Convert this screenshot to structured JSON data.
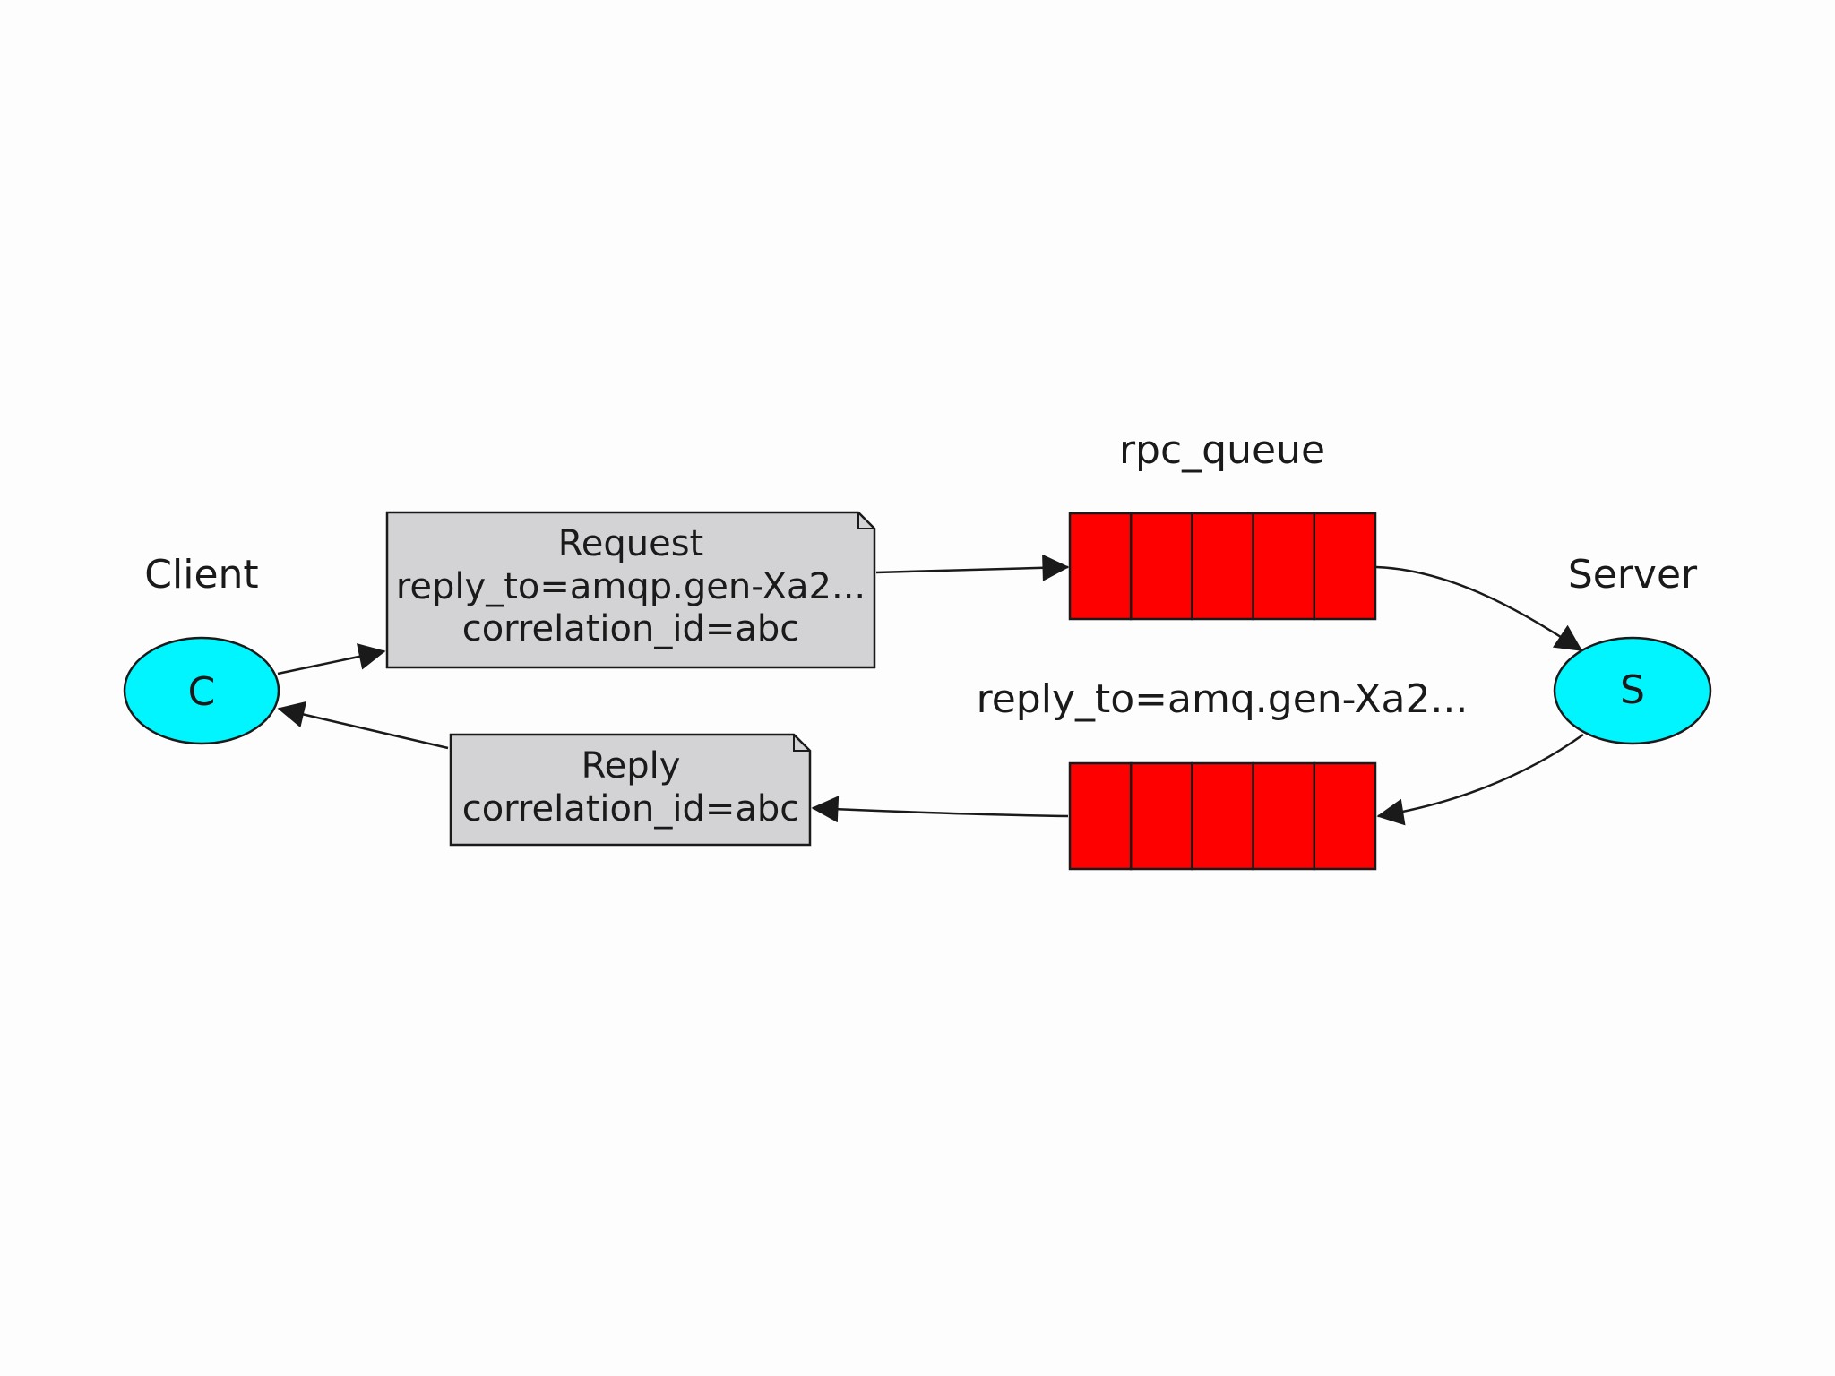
{
  "nodes": {
    "client": {
      "label": "Client",
      "symbol": "C"
    },
    "server": {
      "label": "Server",
      "symbol": "S"
    }
  },
  "queues": {
    "request": {
      "label": "rpc_queue",
      "cells": 5
    },
    "reply": {
      "label": "reply_to=amq.gen-Xa2...",
      "cells": 5
    }
  },
  "messages": {
    "request": {
      "lines": [
        "Request",
        "reply_to=amqp.gen-Xa2...",
        "correlation_id=abc"
      ]
    },
    "reply": {
      "lines": [
        "Reply",
        "correlation_id=abc"
      ]
    }
  },
  "colors": {
    "node_fill": "#00f5ff",
    "queue_fill": "#ff0000",
    "message_fill": "#d3d3d6",
    "stroke": "#1a1a1a"
  }
}
